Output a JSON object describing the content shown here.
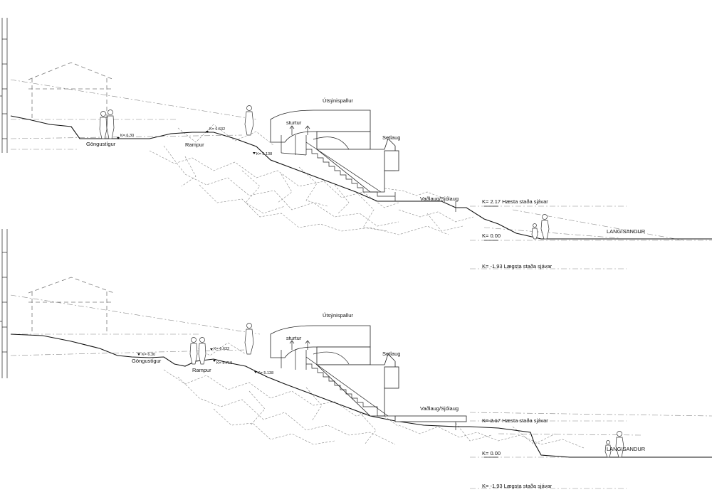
{
  "sections": [
    {
      "id": "top",
      "labels": {
        "utsynispallur": "Útsýnispallur",
        "sturtur": "sturtur",
        "setlaug": "Setlaug",
        "vadlaug": "Vaðlaug/Sjólaug",
        "gongustigur": "Göngustígur",
        "rampur": "Rampur",
        "langisandur": "LANGISANDUR"
      },
      "levels": {
        "k630": "K= 6.30",
        "k6632": "K= 6.632",
        "k5138": "K= 5.138",
        "hæsta": "K= 2.17 Hæsta staða sjávar",
        "zero": "K= 0.00",
        "laegsta": "K= -1.93 Lægsta staða sjávar"
      }
    },
    {
      "id": "bottom",
      "labels": {
        "utsynispallur": "Útsýnispallur",
        "sturtur": "sturtur",
        "setlaug": "Setlaug",
        "vadlaug": "Vaðlaug/Sjólaug",
        "gongustigur": "Göngustígur",
        "rampur": "Rampur",
        "langisandur": "LANGISANDUR"
      },
      "levels": {
        "k630": "K= 6.30",
        "k6632": "K= 6.632",
        "k5719": "K= 5.719",
        "k5138": "K= 5.138",
        "hæsta": "K= 2.17 Hæsta staða sjávar",
        "zero": "K= 0.00",
        "laegsta": "K= -1.93 Lægsta staða sjávar"
      }
    }
  ]
}
